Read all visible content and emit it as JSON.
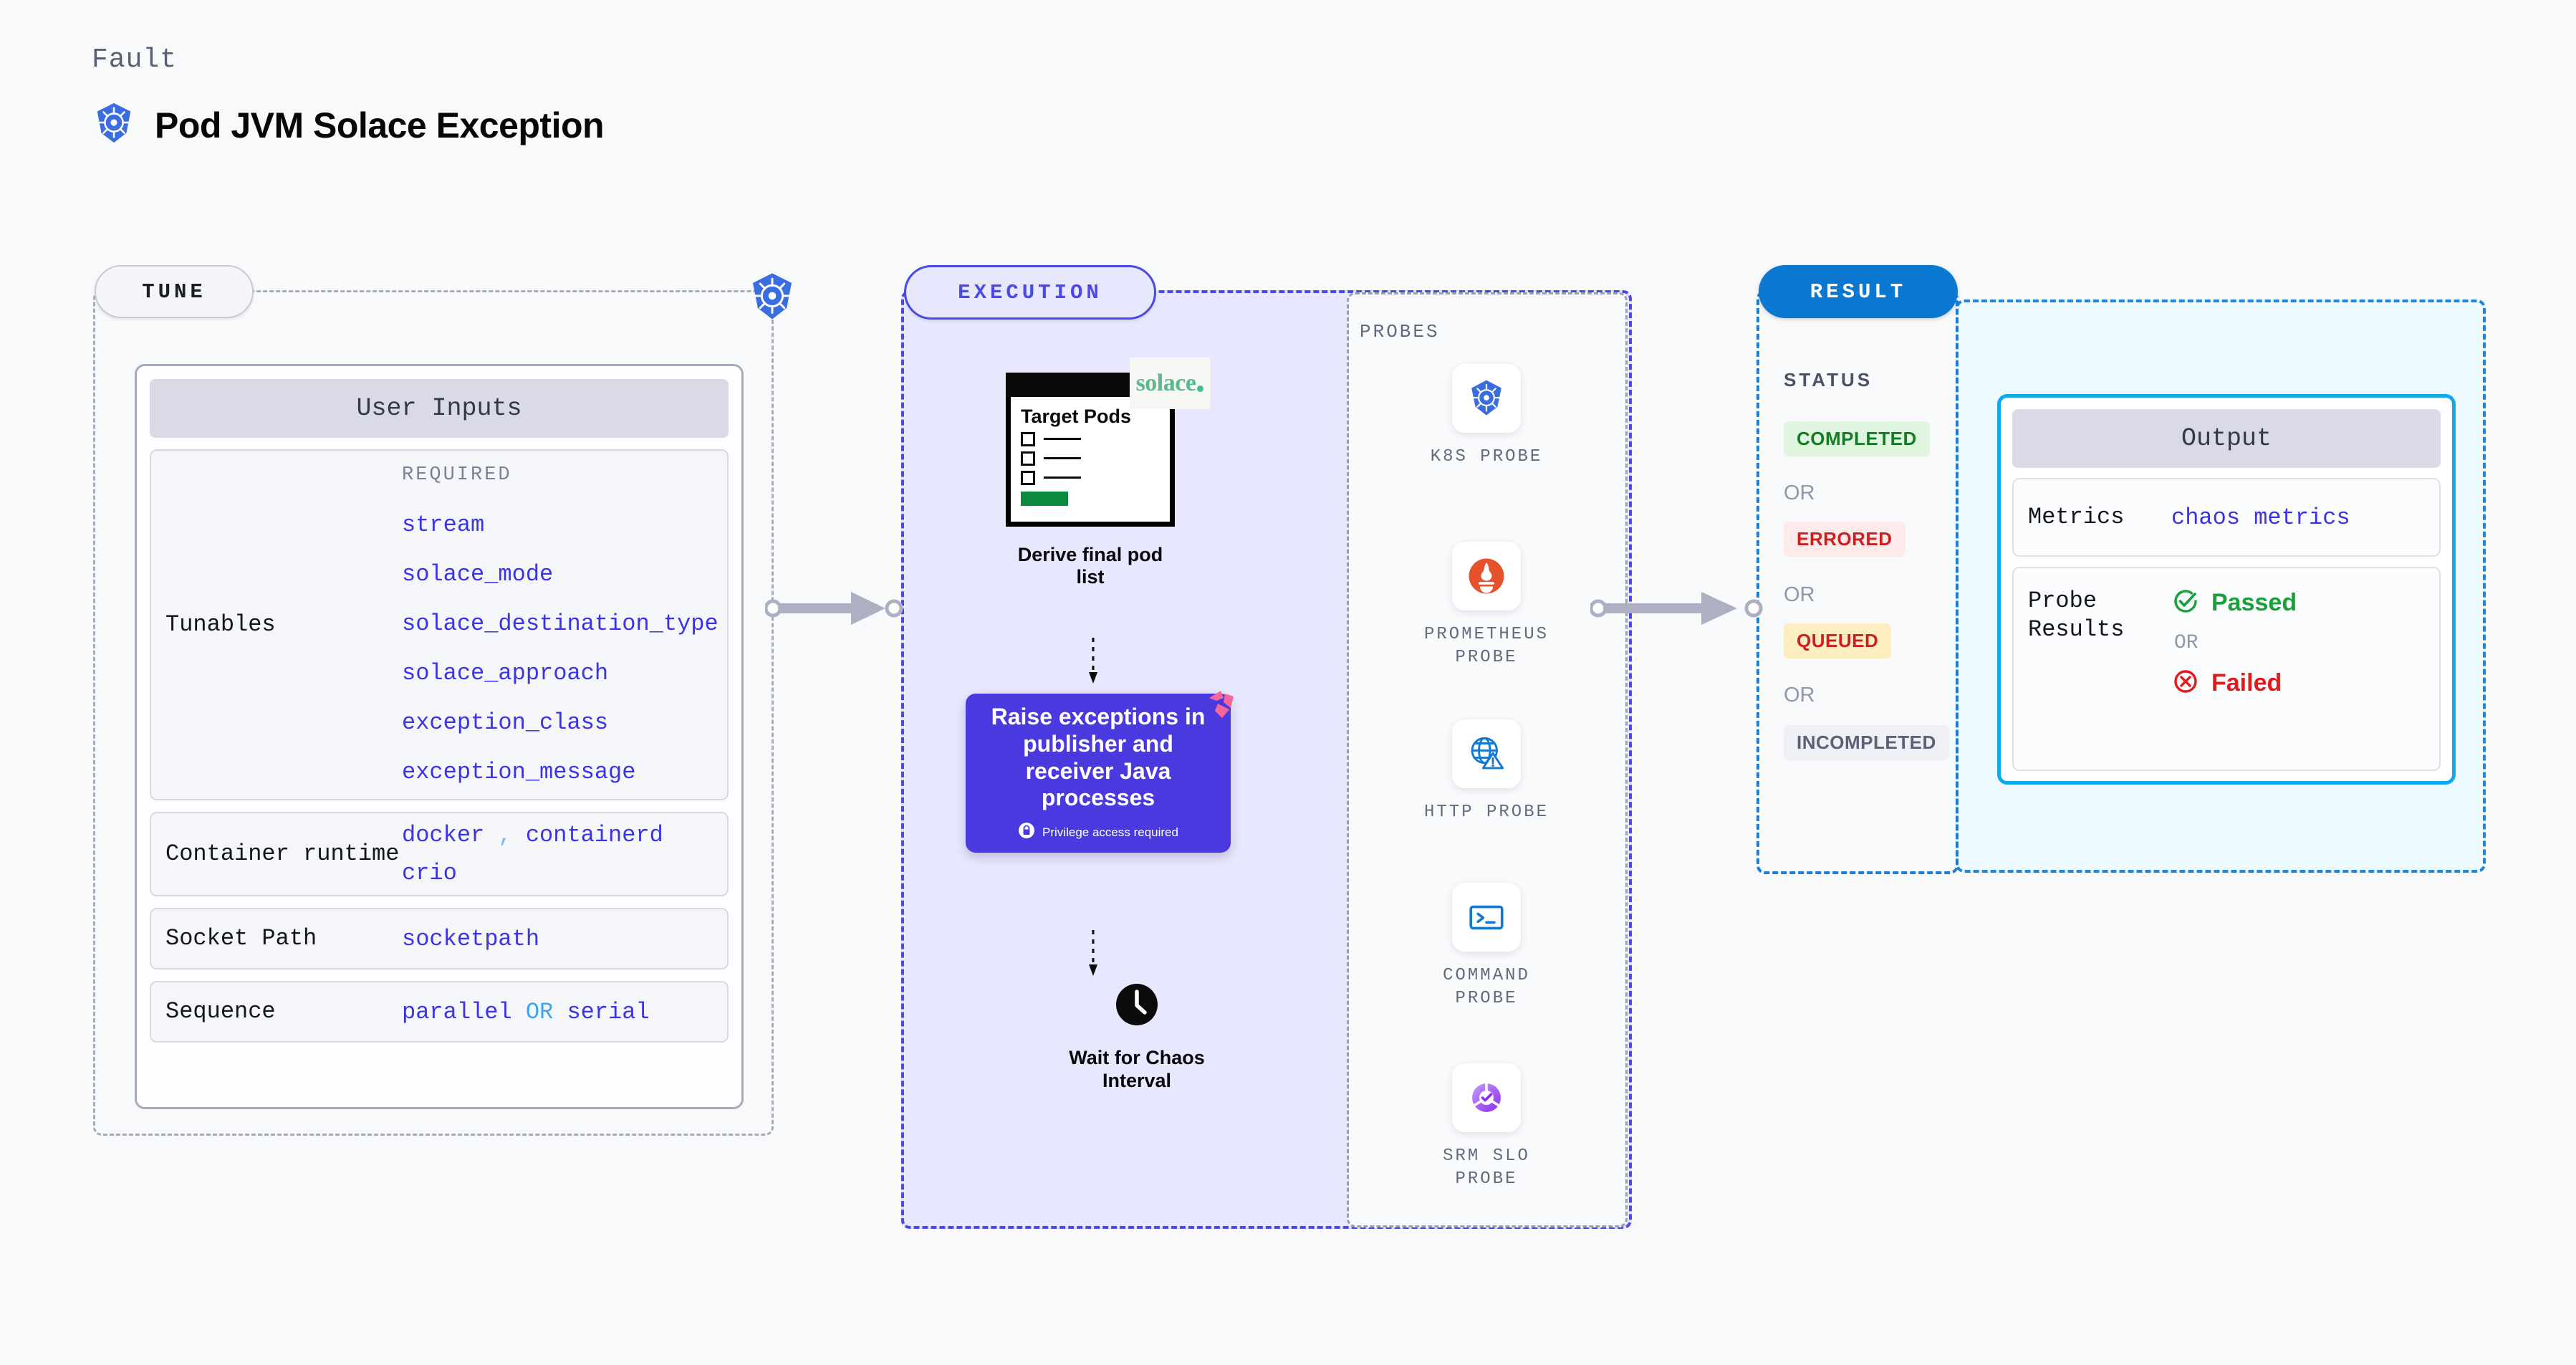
{
  "header": {
    "kicker": "Fault",
    "title": "Pod JVM Solace Exception",
    "icon": "kubernetes-icon"
  },
  "tune": {
    "pill_label": "TUNE",
    "card_title": "User Inputs",
    "border_icon": "kubernetes-icon",
    "rows": [
      {
        "label": "Tunables",
        "required_label": "REQUIRED",
        "values": [
          "stream",
          "solace_mode",
          "solace_destination_type",
          "solace_approach",
          "exception_class",
          "exception_message"
        ]
      },
      {
        "label": "Container runtime",
        "values": [
          "docker",
          "containerd",
          "crio"
        ],
        "separator": ","
      },
      {
        "label": "Socket Path",
        "values": [
          "socketpath"
        ]
      },
      {
        "label": "Sequence",
        "values": [
          "parallel",
          "serial"
        ],
        "joiner": "OR"
      }
    ]
  },
  "execution": {
    "pill_label": "EXECUTION",
    "derive": {
      "card_title": "Target Pods",
      "brand_logo": "solace-logo",
      "brand_text": "solace",
      "caption": "Derive final pod list"
    },
    "action": {
      "text": "Raise exceptions in publisher and receiver Java processes",
      "privilege_note": "Privilege access required",
      "privilege_icon": "lock-icon",
      "corner_icon": "litmus-icon",
      "color": "#4b39e0"
    },
    "wait": {
      "icon": "clock-icon",
      "caption": "Wait for Chaos Interval"
    }
  },
  "probes": {
    "title": "PROBES",
    "items": [
      {
        "label": "K8S PROBE",
        "icon": "kubernetes-icon"
      },
      {
        "label": "PROMETHEUS PROBE",
        "icon": "prometheus-icon"
      },
      {
        "label": "HTTP PROBE",
        "icon": "http-globe-warning-icon"
      },
      {
        "label": "COMMAND PROBE",
        "icon": "terminal-icon"
      },
      {
        "label": "SRM SLO PROBE",
        "icon": "srm-slo-icon"
      }
    ]
  },
  "result": {
    "pill_label": "RESULT",
    "status_label": "STATUS",
    "or_label": "OR",
    "statuses": [
      {
        "label": "COMPLETED",
        "bg": "#dff5e0",
        "fg": "#167c23"
      },
      {
        "label": "ERRORED",
        "bg": "#fdeaea",
        "fg": "#cc2020"
      },
      {
        "label": "QUEUED",
        "bg": "#fdeec2",
        "fg": "#cc2020"
      },
      {
        "label": "INCOMPLETED",
        "bg": "#eff0f5",
        "fg": "#5c6275"
      }
    ]
  },
  "output": {
    "card_title": "Output",
    "metrics_label": "Metrics",
    "metrics_value": "chaos metrics",
    "probe_results_label": "Probe Results",
    "passed_label": "Passed",
    "failed_label": "Failed",
    "or_label": "OR",
    "passed_icon": "check-circle-icon",
    "failed_icon": "x-circle-icon"
  }
}
